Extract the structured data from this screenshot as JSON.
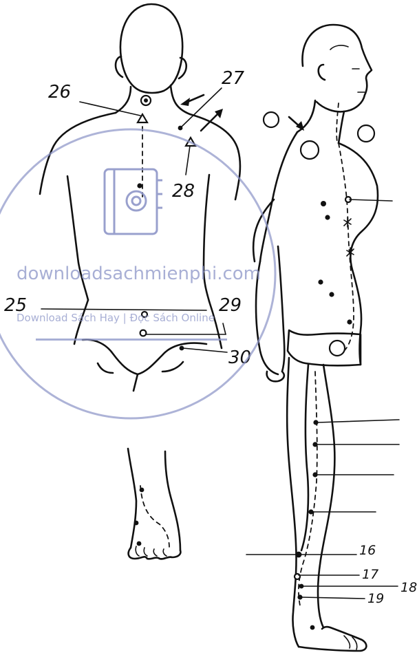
{
  "labels": {
    "l26": "26",
    "l27": "27",
    "l28": "28",
    "l25": "25",
    "l29": "29",
    "l30": "30",
    "l16": "16",
    "l17": "17",
    "l18": "18",
    "l19": "19"
  },
  "watermark": {
    "site": "downloadsachmienphi.com",
    "tagline": "Download Sách Hay | Đọc Sách Online",
    "icon": "notebook-at-icon",
    "color": "#8e96c8"
  }
}
